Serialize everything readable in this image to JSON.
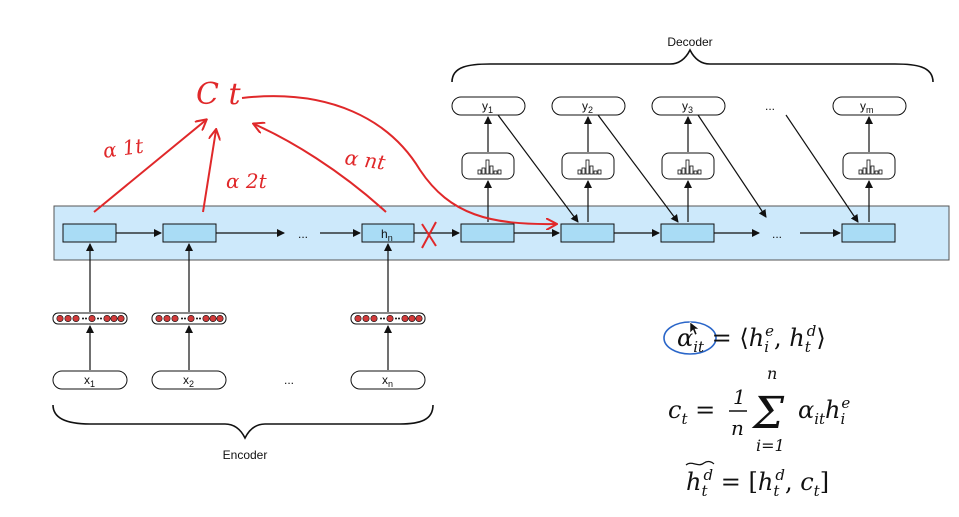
{
  "labels": {
    "decoder": "Decoder",
    "encoder": "Encoder",
    "ellipsis": "...",
    "hn_base": "h",
    "hn_sub": "n"
  },
  "encoder_inputs": [
    {
      "base": "x",
      "sub": "1"
    },
    {
      "base": "x",
      "sub": "2"
    },
    {
      "base": "x",
      "sub": "n"
    }
  ],
  "decoder_outputs": [
    {
      "base": "y",
      "sub": "1"
    },
    {
      "base": "y",
      "sub": "2"
    },
    {
      "base": "y",
      "sub": "3"
    },
    {
      "base": "y",
      "sub": "m"
    }
  ],
  "annotations": {
    "context": "C t",
    "alpha_1t": "α 1t",
    "alpha_2t": "α 2t",
    "alpha_nt": "α nt",
    "cross": "X"
  },
  "equations": {
    "eq1": "α_it = ⟨h_i^e, h_t^d⟩",
    "eq2": "c_t = (1/n) Σ_{i=1}^{n} α_it h_i^e",
    "eq3": "h̃_t^d = [h_t^d, c_t]"
  },
  "colors": {
    "band": "#cde9fb",
    "cell": "#a9dcf5",
    "ink": "#111111",
    "annotation": "#e0282a",
    "circle": "#2a66c9",
    "token_dot": "#d23a3a"
  }
}
